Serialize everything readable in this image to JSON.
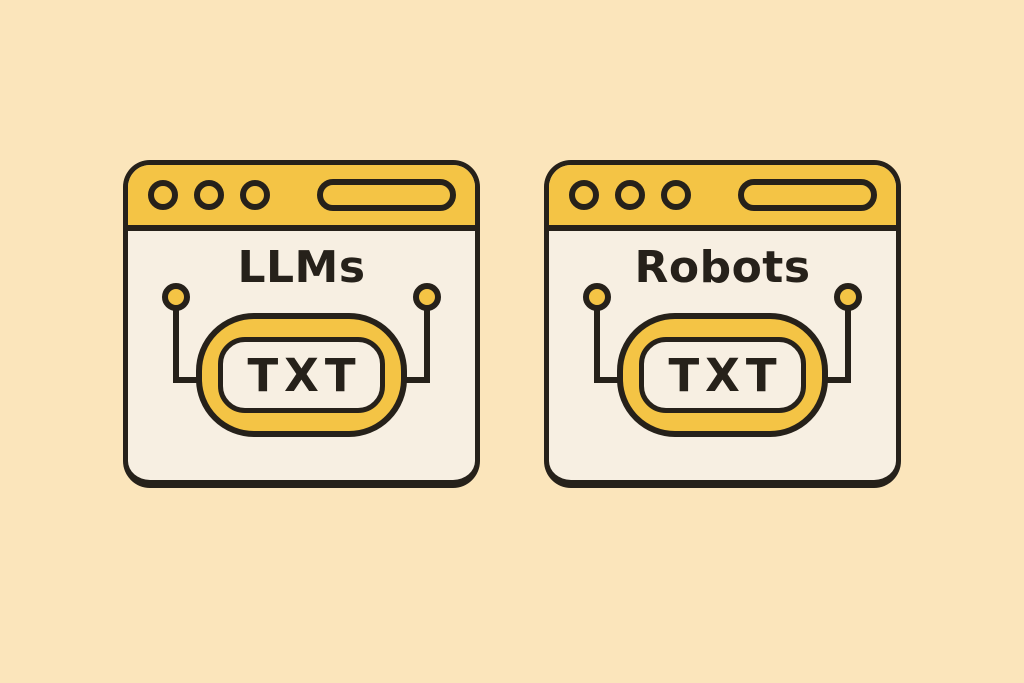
{
  "illustration": {
    "background_color": "#FBE5BB",
    "accent_yellow": "#F4C445",
    "outline_dark": "#26211A",
    "panel_cream": "#F7EFE2"
  },
  "windows": [
    {
      "id": "llms",
      "title": "LLMs",
      "badge": "TXT"
    },
    {
      "id": "robots",
      "title": "Robots",
      "badge": "TXT"
    }
  ]
}
